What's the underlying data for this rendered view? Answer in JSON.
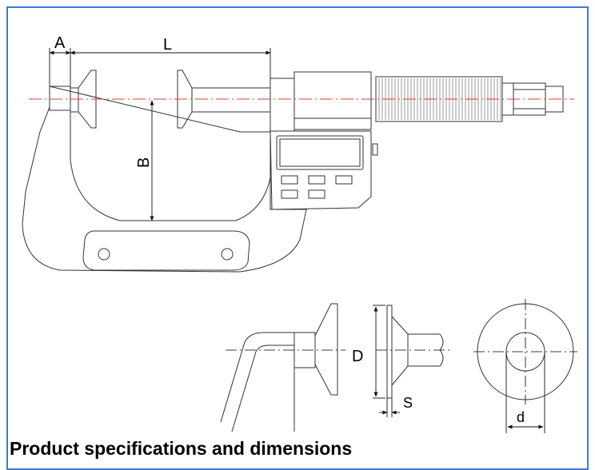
{
  "labels": {
    "A": "A",
    "L": "L",
    "B": "B",
    "D": "D",
    "S": "S",
    "d": "d"
  },
  "caption": "Product specifications and dimensions",
  "colors": {
    "frame": "#3b7dd8",
    "centerline": "#e53935",
    "ink": "#333333"
  }
}
